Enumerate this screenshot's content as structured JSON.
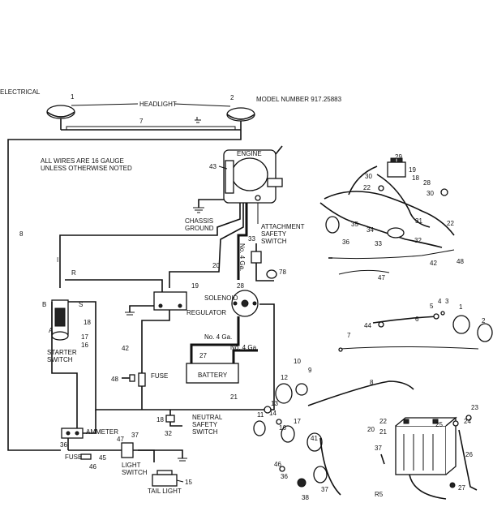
{
  "section_title": "ELECTRICAL",
  "model_number": "MODEL NUMBER 917.25883",
  "wire_note": [
    "ALL WIRES ARE 16 GAUGE",
    "UNLESS OTHERWISE NOTED"
  ],
  "labels": {
    "headlight": "HEADLIGHT",
    "engine": "ENGINE",
    "chassis_ground": [
      "CHASSIS",
      "GROUND"
    ],
    "attachment_safety_switch": [
      "ATTACHMENT",
      "SAFETY",
      "SWITCH"
    ],
    "solenoid": "SOLENOID",
    "regulator": "REGULATOR",
    "starter_switch": [
      "STARTER",
      "SWITCH"
    ],
    "fuse": "FUSE",
    "battery": "BATTERY",
    "no4ga_1": "No. 4 Ga.",
    "no4ga_2": "No. 4 Ga.",
    "no4ga_3": "No. 4 Ga.",
    "neutral_safety_switch": [
      "NEUTRAL",
      "SAFETY",
      "SWITCH"
    ],
    "ammeter": "AMMETER",
    "fuse2": "FUSE",
    "light_switch": [
      "LIGHT",
      "SWITCH"
    ],
    "tail_light": "TAIL LIGHT",
    "starter_terms": [
      "I",
      "R",
      "B",
      "S",
      "A"
    ],
    "footer_code": "R5"
  },
  "callouts": {
    "n1": "1",
    "n2": "2",
    "n7": "7",
    "n8": "8",
    "n43": "43",
    "n20": "20",
    "n33": "33",
    "n78": "78",
    "n19": "19",
    "n28": "28",
    "n18": "18",
    "n17": "17",
    "n16": "16",
    "n42": "42",
    "n27": "27",
    "n48": "48",
    "n21": "21",
    "n18b": "18",
    "n32": "32",
    "n36": "36",
    "n47": "47",
    "n37": "37",
    "n45": "45",
    "n46": "46",
    "n15": "15",
    "e29": "29",
    "e19": "19",
    "e30": "30",
    "e18": "18",
    "e28": "28",
    "e22": "22",
    "e30b": "30",
    "e35": "35",
    "e34": "34",
    "e31": "31",
    "e22b": "22",
    "e36": "36",
    "e33": "33",
    "e32": "32",
    "e42": "42",
    "e48": "48",
    "e47": "47",
    "e44": "44",
    "e6": "6",
    "e5": "5",
    "e4": "4",
    "e3": "3",
    "e1": "1",
    "e2": "2",
    "e7": "7",
    "e10": "10",
    "e9": "9",
    "e12": "12",
    "e13": "13",
    "e8": "8",
    "e14": "14",
    "e11": "11",
    "e16": "16",
    "e17": "17",
    "e41": "41",
    "e22c": "22",
    "e20": "20",
    "e21": "21",
    "e25": "25",
    "e23": "23",
    "e24": "24",
    "e37": "37",
    "e26": "26",
    "e46": "46",
    "e36b": "36",
    "e37b": "37",
    "e38": "38",
    "e27": "27"
  }
}
